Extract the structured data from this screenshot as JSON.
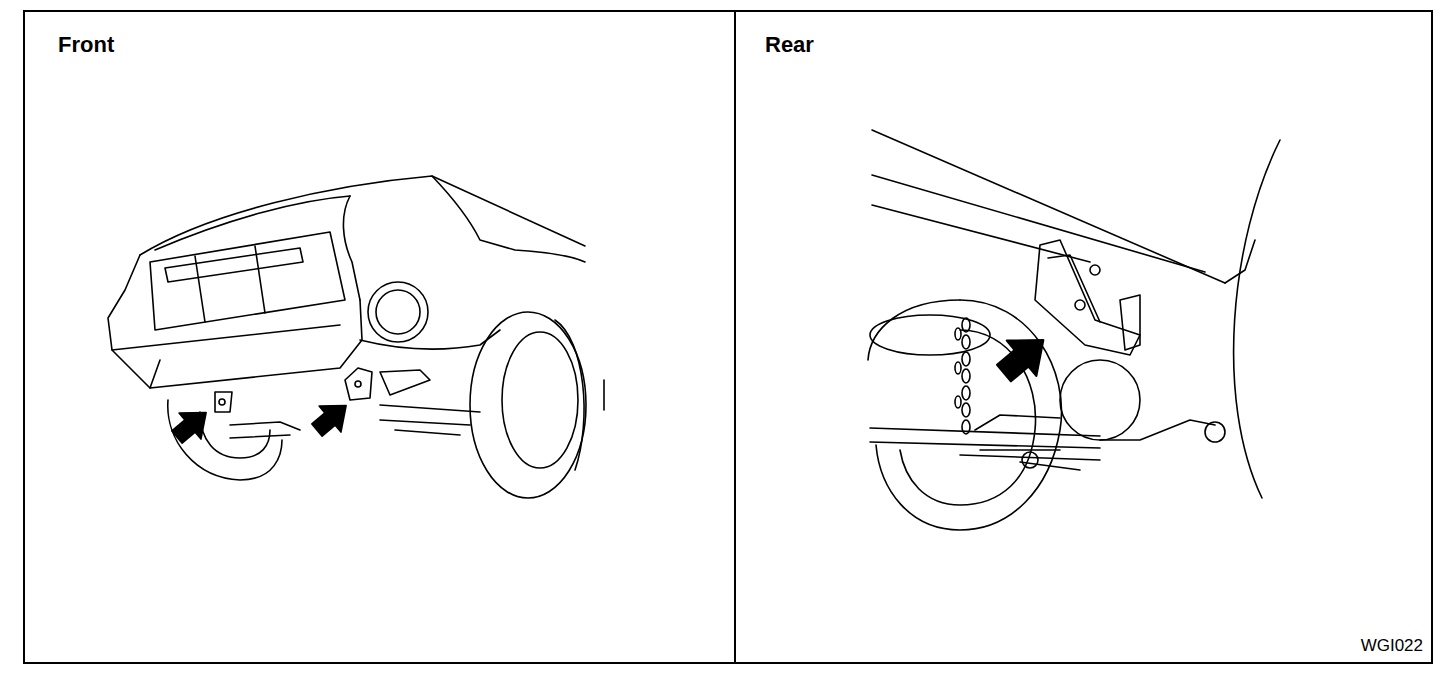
{
  "diagram": {
    "nodes": [
      {
        "text": [
          "Front"
        ]
      },
      {
        "text": [
          "Rear"
        ]
      }
    ],
    "labels": [
      "WGI022"
    ]
  }
}
